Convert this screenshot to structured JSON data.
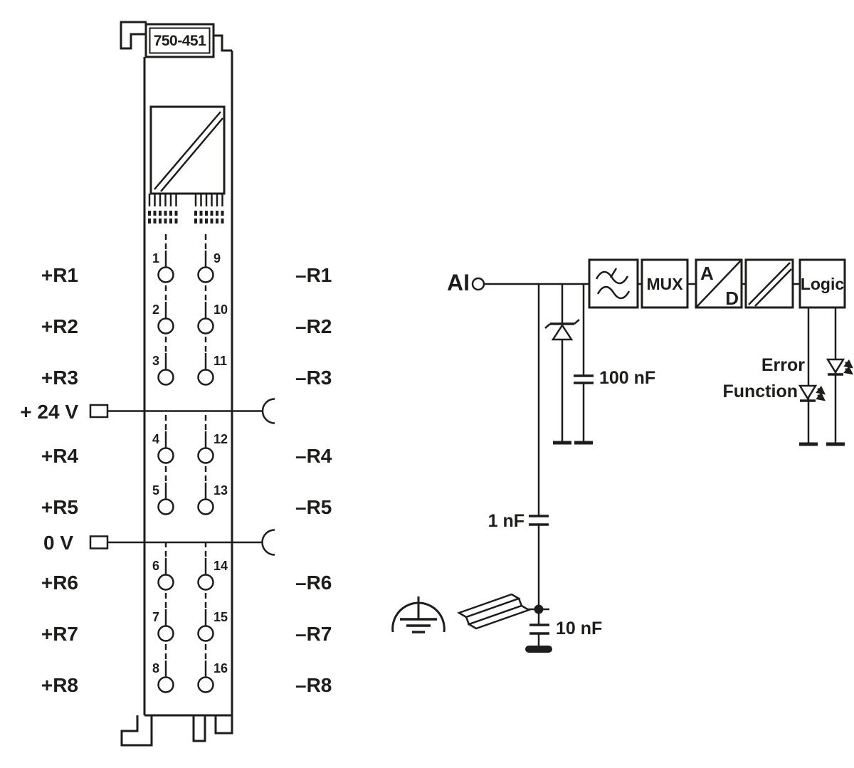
{
  "colors": {
    "ink": "#1d1d1b",
    "background": "#ffffff"
  },
  "module": {
    "part_number": "750-451",
    "left_labels": [
      "+R1",
      "+R2",
      "+R3",
      "+ 24 V",
      "+R4",
      "+R5",
      "0 V",
      "+R6",
      "+R7",
      "+R8"
    ],
    "right_labels": [
      "–R1",
      "–R2",
      "–R3",
      "–R4",
      "–R5",
      "–R6",
      "–R7",
      "–R8"
    ],
    "contacts_left": [
      "1",
      "2",
      "3",
      "4",
      "5",
      "6",
      "7",
      "8"
    ],
    "contacts_right": [
      "9",
      "10",
      "11",
      "12",
      "13",
      "14",
      "15",
      "16"
    ]
  },
  "circuit": {
    "input_label": "AI",
    "blocks": {
      "mux": "MUX",
      "adc_a": "A",
      "adc_d": "D",
      "logic": "Logic"
    },
    "capacitors": {
      "c100": "100 nF",
      "c1": "1 nF",
      "c10": "10 nF"
    },
    "leds": {
      "error": "Error",
      "function": "Function"
    }
  }
}
